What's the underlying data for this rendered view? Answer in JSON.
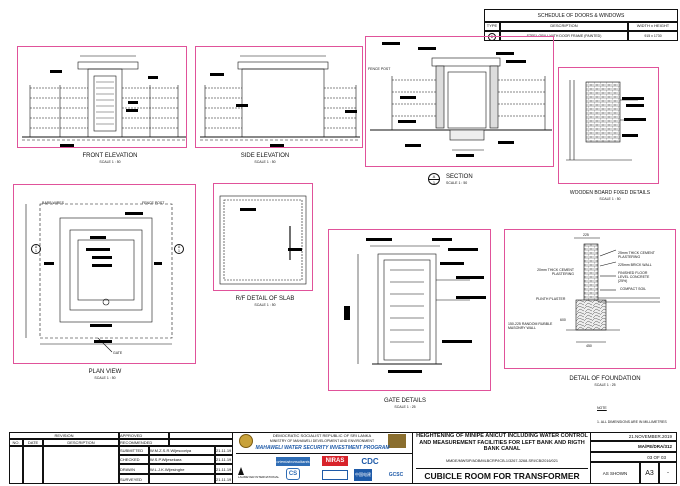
{
  "schedule": {
    "title": "SCHEDULE OF DOORS & WINDOWS",
    "col_type": "TYPE",
    "col_desc": "DESCRIPTION",
    "col_size": "WIDTH x HEIGHT",
    "row_type": "D",
    "row_desc": "STEEL GRILL WITH DOOR FRAME (PAINTED)",
    "row_size": "915 x 1730"
  },
  "views": {
    "front_title": "FRONT ELEVATION",
    "front_scale": "SCALE 1 : 50",
    "side_title": "SIDE ELEVATION",
    "side_scale": "SCALE 1 : 50",
    "section_marker": "A",
    "section_num": "1",
    "section_title": "SECTION",
    "section_scale": "SCALE 1 : 50",
    "wood_title": "WOODEN BOARD FIXED DETAILS",
    "wood_scale": "SCALE 1 : 50",
    "plan_title": "PLAN VIEW",
    "plan_scale": "SCALE 1 : 50",
    "slab_title": "R/F DETAIL OF SLAB",
    "slab_scale": "SCALE 1 : 50",
    "gate_title": "GATE DETAILS",
    "gate_scale": "SCALE 1 : 25",
    "found_title": "DETAIL OF FOUNDATION",
    "found_scale": "SCALE 1 : 25"
  },
  "annotations": {
    "fence_post": "FENCE POST",
    "fence_post2": "FENCE POST",
    "barb_wires": "BARB WIRES",
    "gate": "GATE",
    "plaster_25": "25mm THICK CEMENT PLASTERING",
    "brick_225": "225mm BRICK WALL",
    "ffl": "FINISHED FLOOR LEVEL CONCRETE (25%)",
    "compact_soil": "COMPACT SOIL",
    "plaster_20": "20mm THICK CEMENT PLASTERING",
    "plinth": "PLINTH PLASTER",
    "rubble": "150-225 RANDOM RUBBLE MASONRY WALL",
    "dim_225": "225",
    "dim_450": "450",
    "dim_600": "600",
    "note_head": "NOTE",
    "note_1": "1. ALL DIMENSIONS ARE IN MILLIMETRES"
  },
  "title_block": {
    "revision": "REVISION",
    "approved": "APPROVED",
    "no": "NO.",
    "date": "DATE",
    "description": "DESCRIPTION",
    "recommended": "RECOMMENDED",
    "submitted": "SUBMITTED",
    "checked": "CHECKED",
    "drawn": "DRAWN",
    "surveyed": "SURVEYED",
    "submitted_name": "W.M.Z.S.R.Wijesooriya",
    "checked_name": "W.S.P.Wijesekara",
    "drawn_name": "W.L.J.K.Wijesinghe",
    "date1": "21.11.19",
    "date2": "21.11.19",
    "date3": "21.11.19",
    "date4": "21.11.19",
    "republic": "DEMOCRATIC SOCIALIST REPUBLIC OF SRI LANKA",
    "ministry": "MINISTRY OF MAHAWELI DEVELOPMENT AND ENVIRONMENT",
    "program": "MAHAWELI WATER SECURITY INVESTMENT PROGRAM",
    "project_title": "HEIGHTENING OF MINIPE ANICUT INCLUDING WATER CONTROL AND MEASUREMENT FACILITIES FOR LEFT BANK AND RIGTH BANK CANAL",
    "contract_no": "MMDE/MWSIP/ADB/MLBCRP/ICB-1/3267-3268-SRI/CB/2016/021",
    "drawing_title": "CUBICLE ROOM FOR TRANSFORMER",
    "date_value": "21.NOVEMBER.2019",
    "drawing_no": "MA/PE/DRA/312",
    "sheet": "03 OF 03",
    "scale_value": "AS SHOWN",
    "paper": "A3",
    "rev_mark": "-",
    "logo_lahmeyer": "LAHMEYER INTERNATIONAL",
    "logo_cs": "CS",
    "logo_niras": "NIRAS",
    "logo_cdc": "CDC",
    "logo_tsinghua": "中国电建",
    "logo_gcsc": "GCSC"
  },
  "colors": {
    "frame": "#e0529a",
    "ink": "#111111",
    "redact": "#000000",
    "orange": "#e87722",
    "blue": "#1e5aa8"
  }
}
